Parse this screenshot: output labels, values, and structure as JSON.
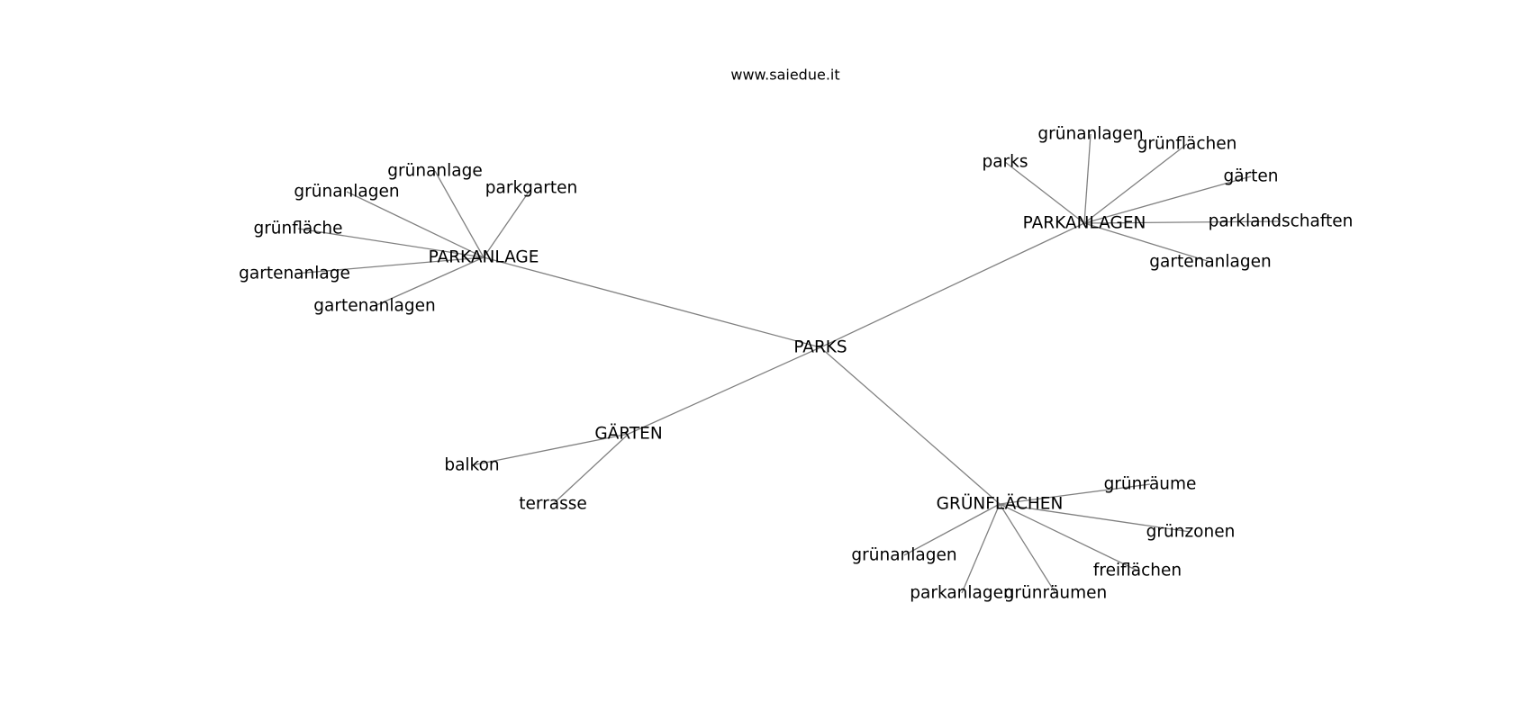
{
  "title": "www.saiedue.it",
  "graph": {
    "root": "PARKS",
    "hubs": [
      {
        "label": "PARKANLAGE",
        "children": [
          "grünanlage",
          "parkgarten",
          "grünanlagen",
          "grünfläche",
          "gartenanlage",
          "gartenanlagen"
        ]
      },
      {
        "label": "PARKANLAGEN",
        "children": [
          "parks",
          "grünanlagen",
          "grünflächen",
          "gärten",
          "parklandschaften",
          "gartenanlagen"
        ]
      },
      {
        "label": "GÄRTEN",
        "children": [
          "balkon",
          "terrasse"
        ]
      },
      {
        "label": "GRÜNFLÄCHEN",
        "children": [
          "grünräume",
          "grünzonen",
          "freiflächen",
          "grünräumen",
          "parkanlagen",
          "grünanlagen"
        ]
      }
    ]
  },
  "colors": {
    "edge": "#808080",
    "text": "#000000",
    "background": "#ffffff"
  }
}
